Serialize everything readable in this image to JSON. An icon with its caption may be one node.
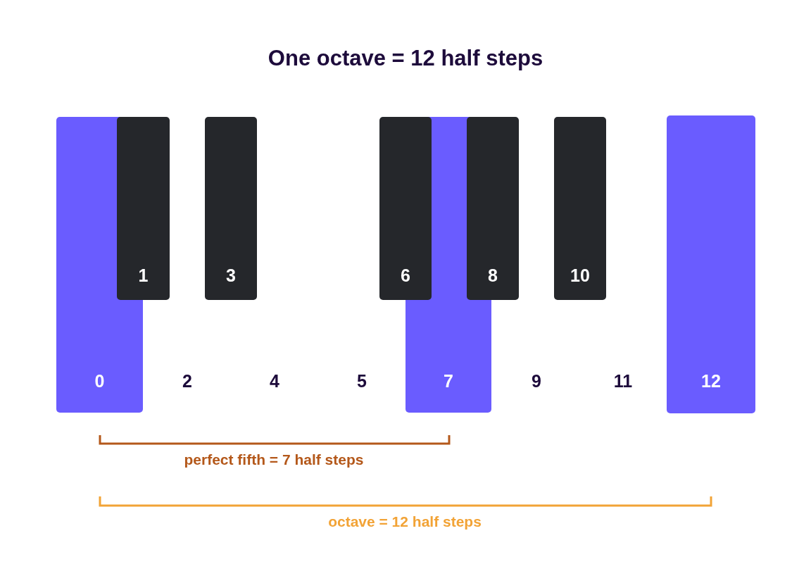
{
  "diagram": {
    "title": "One octave = 12 half steps",
    "nodes": [
      {
        "text": [
          "0"
        ]
      },
      {
        "text": [
          "1"
        ]
      },
      {
        "text": [
          "3"
        ]
      },
      {
        "text": [
          "6"
        ]
      },
      {
        "text": [
          "7"
        ]
      },
      {
        "text": [
          "8"
        ]
      },
      {
        "text": [
          "10"
        ]
      },
      {
        "text": [
          "12"
        ]
      }
    ],
    "edges": [],
    "labels": [
      "2",
      "4",
      "5",
      "9",
      "11",
      "perfect fifth = 7 half steps",
      "octave = 12 half steps"
    ]
  }
}
